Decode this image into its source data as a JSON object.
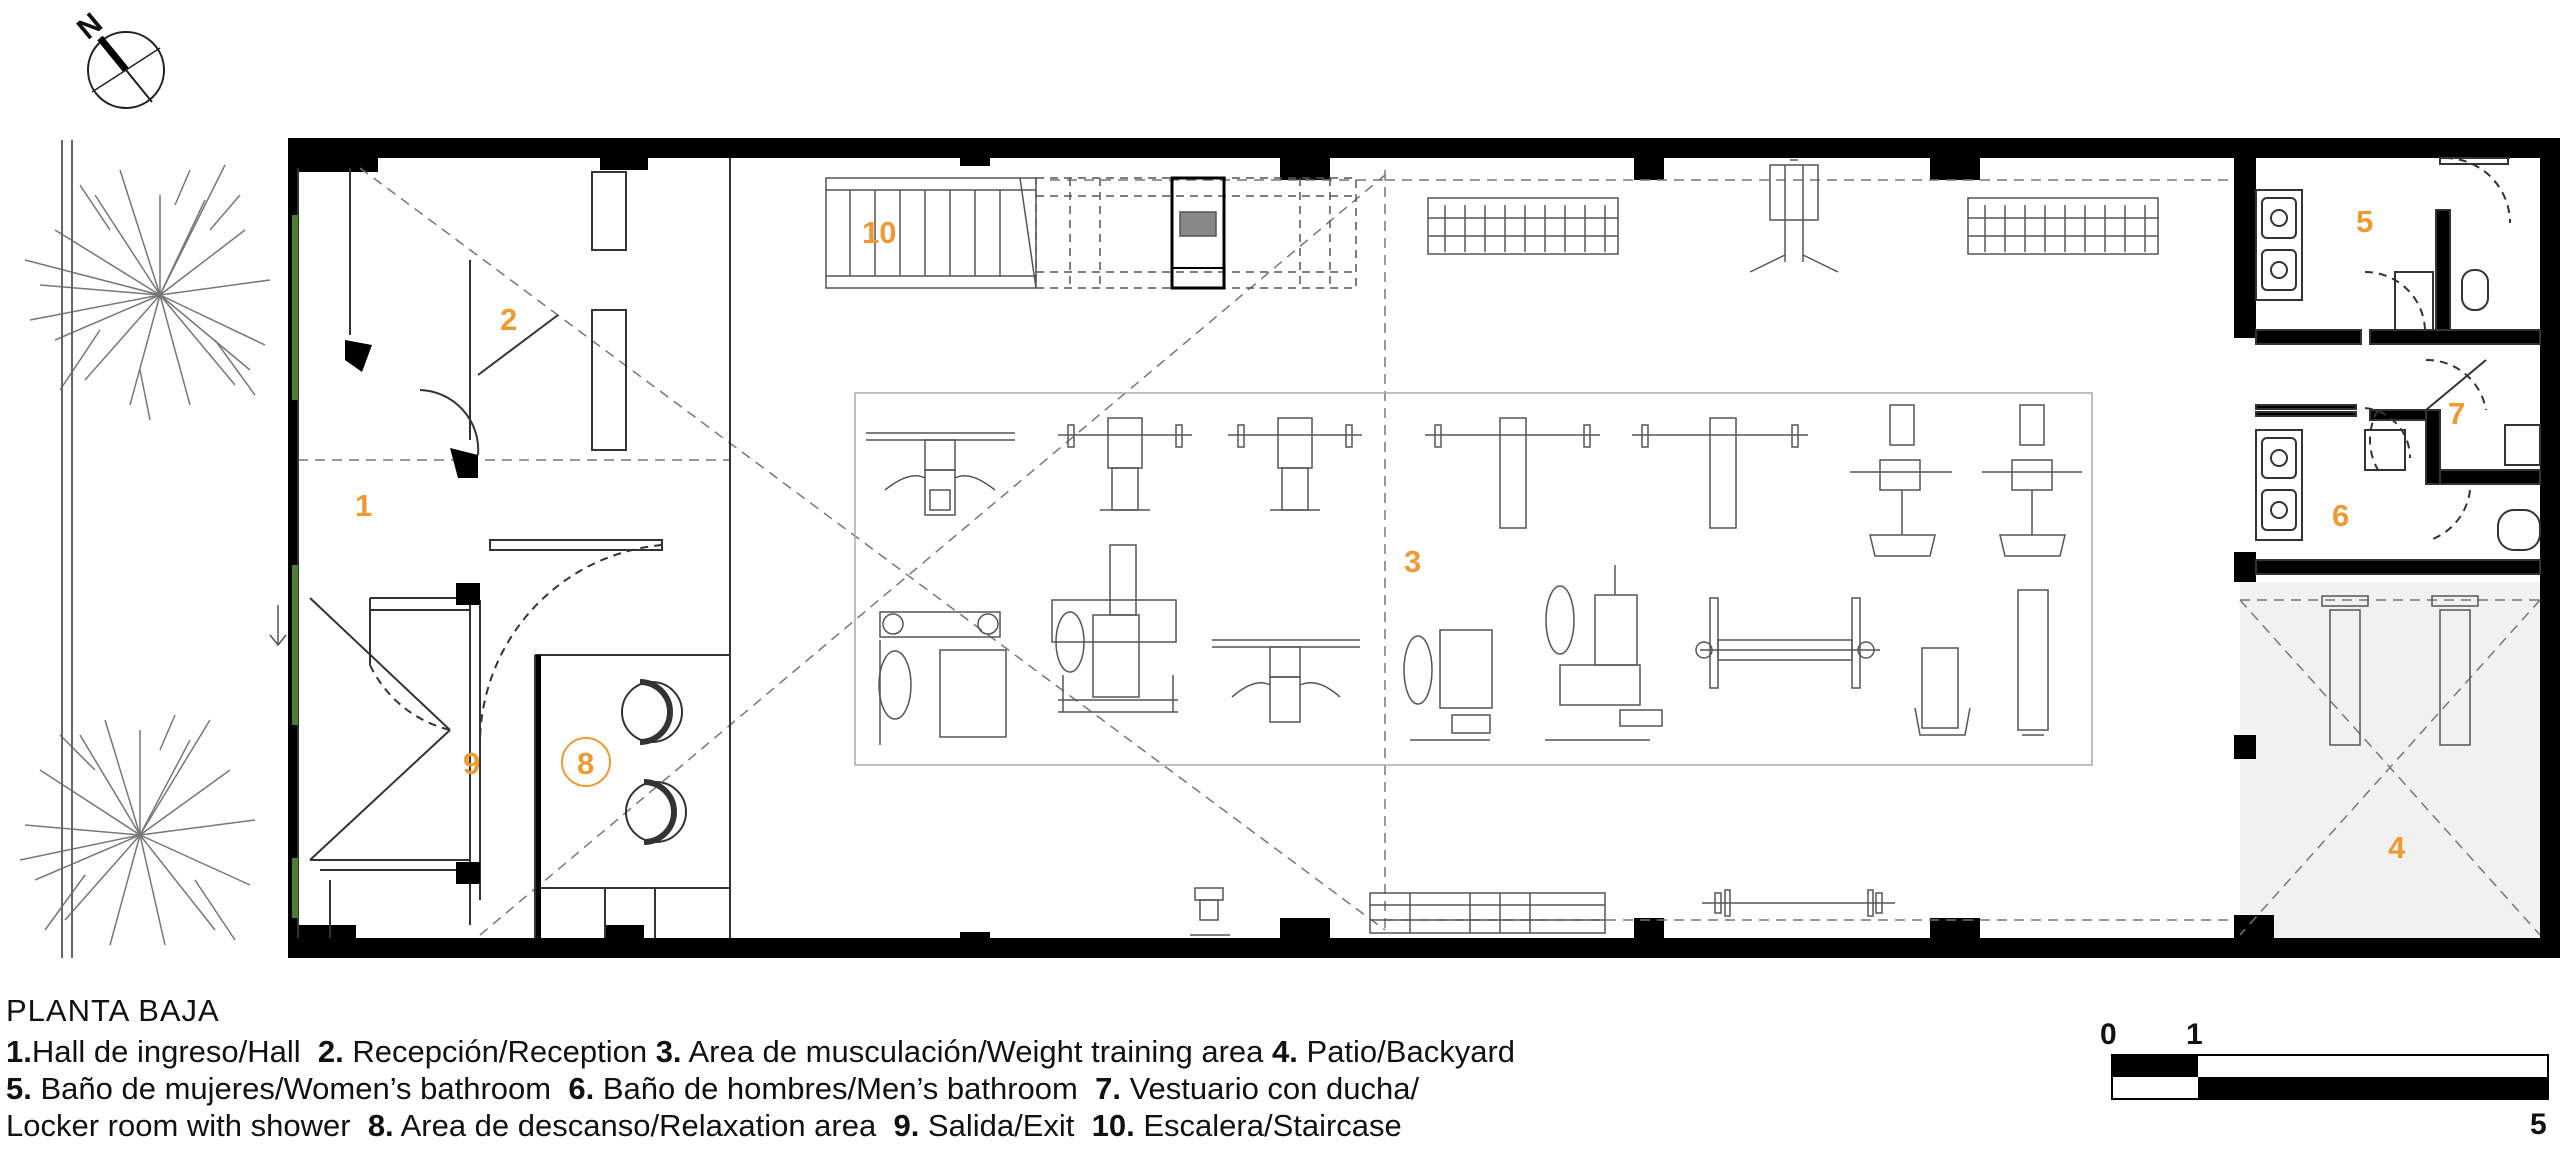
{
  "compass": {
    "label": "N"
  },
  "rooms": [
    {
      "id": "1",
      "label": "1"
    },
    {
      "id": "2",
      "label": "2"
    },
    {
      "id": "3",
      "label": "3"
    },
    {
      "id": "4",
      "label": "4"
    },
    {
      "id": "5",
      "label": "5"
    },
    {
      "id": "6",
      "label": "6"
    },
    {
      "id": "7",
      "label": "7"
    },
    {
      "id": "8",
      "label": "8"
    },
    {
      "id": "9",
      "label": "9"
    },
    {
      "id": "10",
      "label": "10"
    }
  ],
  "legend": {
    "title": "PLANTA BAJA",
    "items": [
      {
        "num": "1.",
        "text": "Hall de ingreso/Hall"
      },
      {
        "num": "2.",
        "text": " Recepción/Reception"
      },
      {
        "num": "3.",
        "text": " Area de musculación/Weight training area"
      },
      {
        "num": "4.",
        "text": " Patio/Backyard"
      },
      {
        "num": "5.",
        "text": " Baño de mujeres/Women’s bathroom"
      },
      {
        "num": "6.",
        "text": " Baño de hombres/Men’s bathroom"
      },
      {
        "num": "7.",
        "text": " Vestuario con ducha/"
      },
      {
        "num": "",
        "text": "Locker room with shower"
      },
      {
        "num": "8.",
        "text": " Area de descanso/Relaxation area"
      },
      {
        "num": "9.",
        "text": " Salida/Exit"
      },
      {
        "num": "10.",
        "text": " Escalera/Staircase"
      }
    ]
  },
  "scale_bar": {
    "labels": [
      "0",
      "1",
      "5"
    ]
  },
  "colors": {
    "accent": "#ee9a33",
    "wall": "#000000",
    "line": "#555555",
    "patio": "#f1f1f1"
  }
}
